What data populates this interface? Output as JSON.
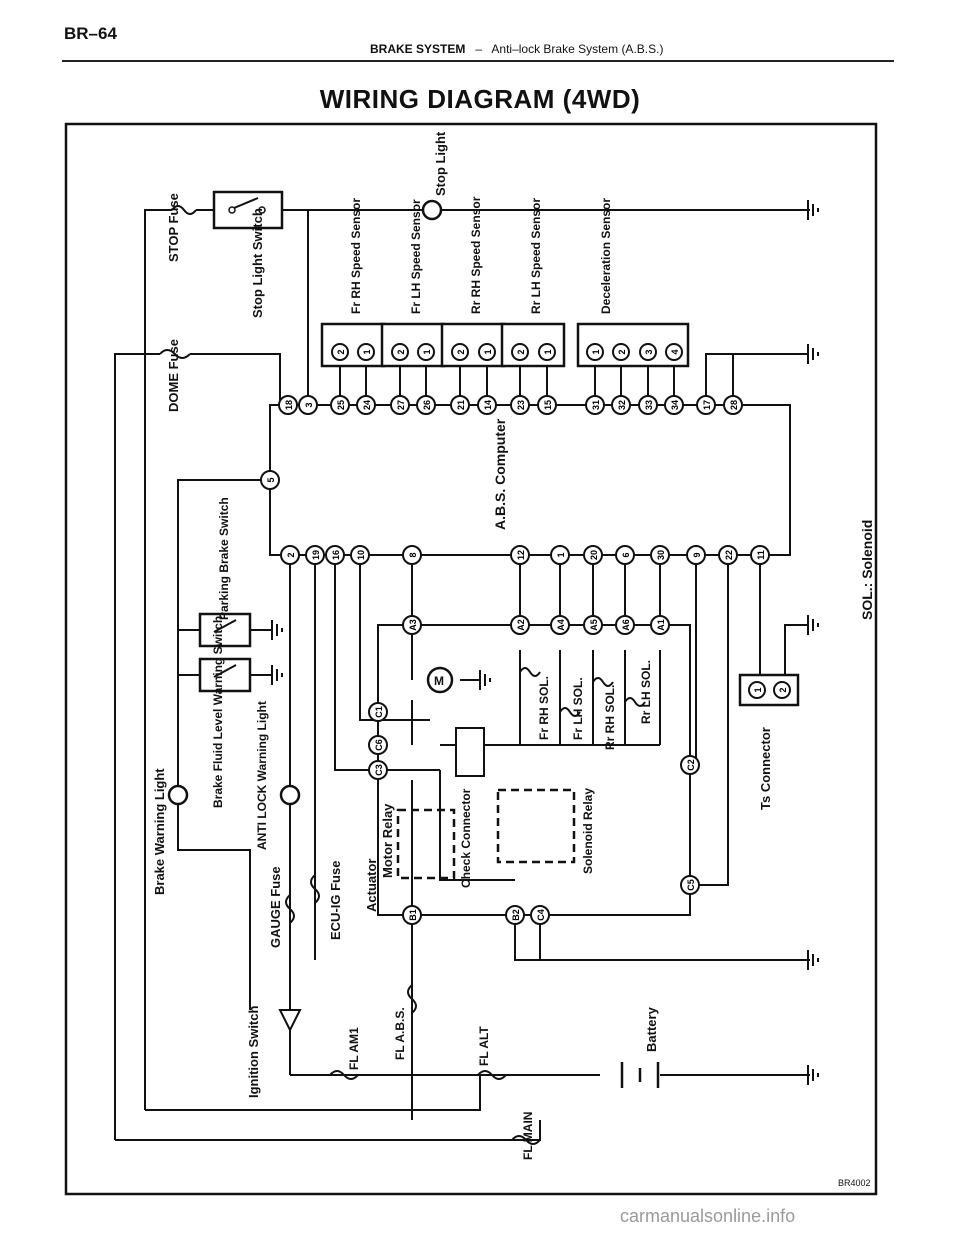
{
  "header": {
    "page_number": "BR–64",
    "section": "BRAKE SYSTEM",
    "separator": "–",
    "subsection": "Anti–lock Brake System (A.B.S.)"
  },
  "title": "WIRING DIAGRAM (4WD)",
  "figure_code": "BR4002",
  "watermark": "carmanualsonline.info",
  "labels": {
    "stop_fuse": "STOP Fuse",
    "stop_light_switch": "Stop Light Switch",
    "stop_light": "Stop Light",
    "fr_rh_sensor": "Fr RH Speed Sensor",
    "fr_lh_sensor": "Fr LH Speed Sensor",
    "rr_rh_sensor": "Rr RH Speed Sensor",
    "rr_lh_sensor": "Rr LH Speed Sensor",
    "decel_sensor": "Deceleration Sensor",
    "dome_fuse": "DOME Fuse",
    "abs_computer": "A.B.S. Computer",
    "sol_legend": "SOL.: Solenoid",
    "parking_brake_switch": "Parking Brake Switch",
    "brake_fluid_switch": "Brake Fluid Level Warning Switch",
    "brake_warning_light": "Brake Warning Light",
    "antilock_light": "ANTI LOCK Warning Light",
    "gauge_fuse": "GAUGE Fuse",
    "ecu_ig_fuse": "ECU-IG Fuse",
    "ignition_switch": "Ignition Switch",
    "actuator": "Actuator",
    "motor_relay": "Motor Relay",
    "check_connector": "Check Connector",
    "solenoid_relay": "Solenoid Relay",
    "fr_rh_sol": "Fr RH SOL.",
    "fr_lh_sol": "Fr LH SOL.",
    "rr_rh_sol": "Rr RH SOL.",
    "rr_lh_sol": "Rr LH SOL.",
    "ts_connector": "Ts Connector",
    "fl_am1": "FL AM1",
    "fl_abs": "FL A.B.S.",
    "fl_alt": "FL ALT",
    "fl_main": "FL MAIN",
    "battery": "Battery",
    "motor": "M"
  },
  "pins": {
    "top": [
      "18",
      "3",
      "25",
      "24",
      "27",
      "26",
      "21",
      "14",
      "23",
      "15",
      "31",
      "32",
      "33",
      "34",
      "17",
      "28"
    ],
    "bottom": [
      "2",
      "19",
      "16",
      "10",
      "8",
      "12",
      "1",
      "20",
      "6",
      "30",
      "9",
      "22",
      "11"
    ],
    "left": [
      "5"
    ],
    "actuator_a": [
      "A3",
      "A2",
      "A4",
      "A5",
      "A6",
      "A1"
    ],
    "actuator_c": [
      "C1",
      "C6",
      "C3",
      "C2",
      "C5",
      "C4"
    ],
    "actuator_b": [
      "B1",
      "B2"
    ],
    "sensor": [
      "2",
      "1"
    ],
    "decel": [
      "1",
      "2",
      "3",
      "4"
    ],
    "ts": [
      "1",
      "2"
    ]
  }
}
